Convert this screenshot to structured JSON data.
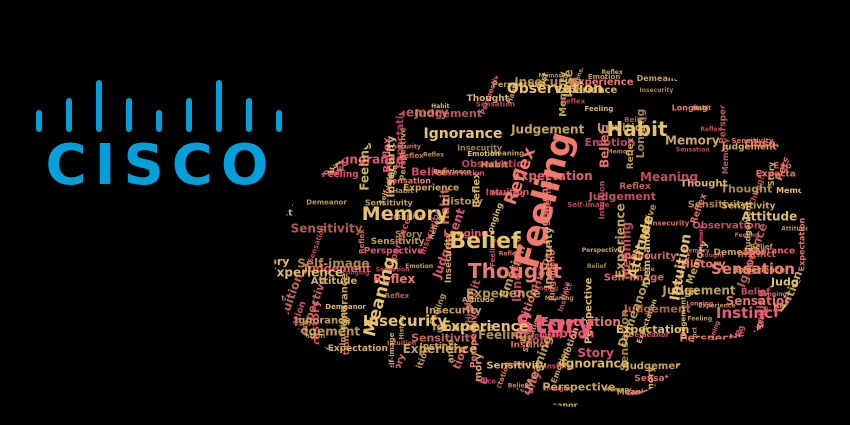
{
  "logo": {
    "wordmark": "CISCO",
    "icon": "cisco-bridge-bars-icon",
    "color": "#049fd9"
  },
  "word_cloud": {
    "colors": [
      "#e8c26a",
      "#f07a6b",
      "#ef5a78",
      "#d9b058"
    ],
    "words": [
      "Feeling",
      "Story",
      "Thought",
      "Belief",
      "Memory",
      "Habit",
      "Observation",
      "Experience",
      "Insecurity",
      "Sensation",
      "Instinct",
      "Meaning",
      "Reflex",
      "Judgement",
      "Ignorance",
      "Intuition",
      "Expectation",
      "Emotion",
      "Attitude",
      "Longing",
      "Perspective",
      "Self-image",
      "Demeanor",
      "History",
      "Sensitivity"
    ]
  }
}
